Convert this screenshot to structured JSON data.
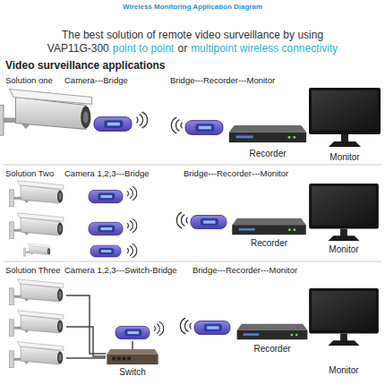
{
  "diagram": {
    "title": "Wireless Monitoring Application Diagram",
    "nodes": [
      {
        "text": [
          "Recorder"
        ]
      },
      {
        "text": [
          "Monitor"
        ]
      },
      {
        "text": [
          "Recorder"
        ]
      },
      {
        "text": [
          "Monitor"
        ]
      },
      {
        "text": [
          "Switch"
        ]
      },
      {
        "text": [
          "Recorder"
        ]
      },
      {
        "text": [
          "Monitor"
        ]
      }
    ],
    "labels": [
      "The best solution of remote video surveillance by using",
      "VAP11G-300",
      "point to point",
      "or",
      "multipoint wireless connectivity",
      "Video surveillance applications",
      "Solution one",
      "Camera---Bridge",
      "Bridge---Recorder---Monitor",
      "Solution Two",
      "Camera 1,2,3---Bridge",
      "Bridge---Recorder---Monitor",
      "Solution Three",
      "Camera 1,2,3---Switch-Bridge",
      "Bridge---Recorder---Monitor"
    ]
  }
}
